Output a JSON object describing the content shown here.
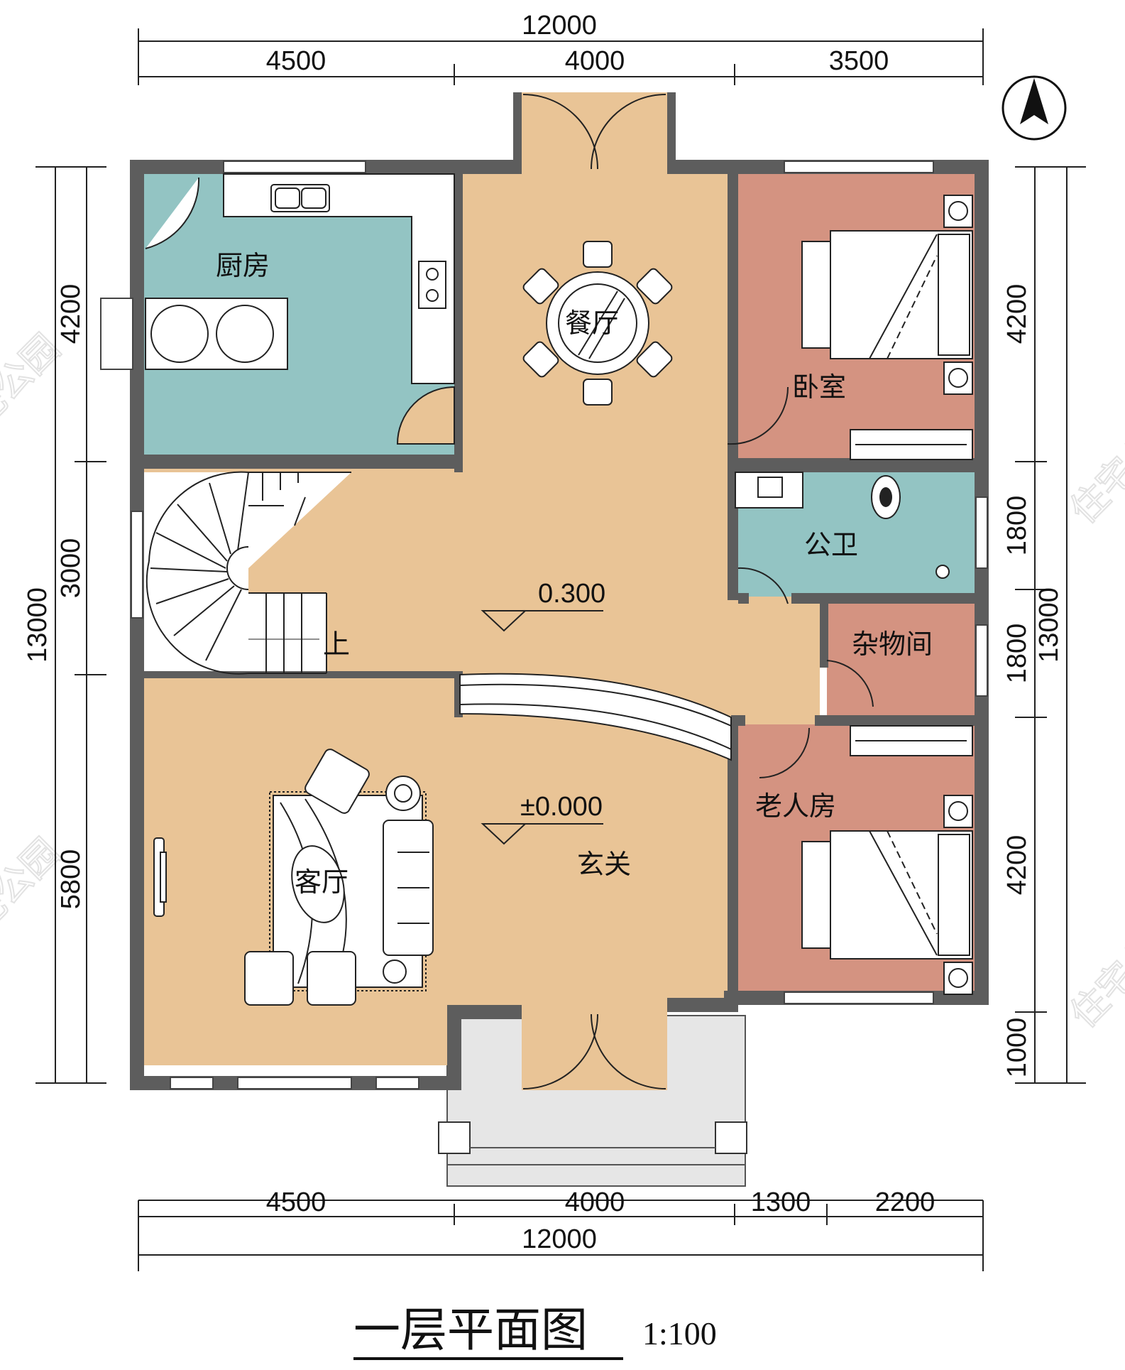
{
  "plan": {
    "title": "一层平面图",
    "scale": "1:100",
    "watermark": "住宅公园",
    "colors": {
      "wall": "#5d5d5d",
      "living_area": "#e9c496",
      "kitchen_bath": "#93c4c3",
      "bedroom": "#d49381",
      "porch": "#e6e6e6"
    },
    "rooms": {
      "kitchen": "厨房",
      "dining": "餐厅",
      "bedroom": "卧室",
      "public_bath": "公卫",
      "storage": "杂物间",
      "elder_room": "老人房",
      "living": "客厅",
      "foyer": "玄关",
      "stairs_up": "上"
    },
    "levels": {
      "upper": "0.300",
      "lower": "±0.000"
    },
    "dims": {
      "top_total": "12000",
      "top": [
        "4500",
        "4000",
        "3500"
      ],
      "left_total": "13000",
      "left": [
        "4200",
        "3000",
        "5800"
      ],
      "right_total": "13000",
      "right": [
        "4200",
        "1800",
        "1800",
        "4200",
        "1000"
      ],
      "bottom": [
        "4500",
        "4000",
        "1300",
        "2200"
      ],
      "bottom_total": "12000"
    }
  }
}
